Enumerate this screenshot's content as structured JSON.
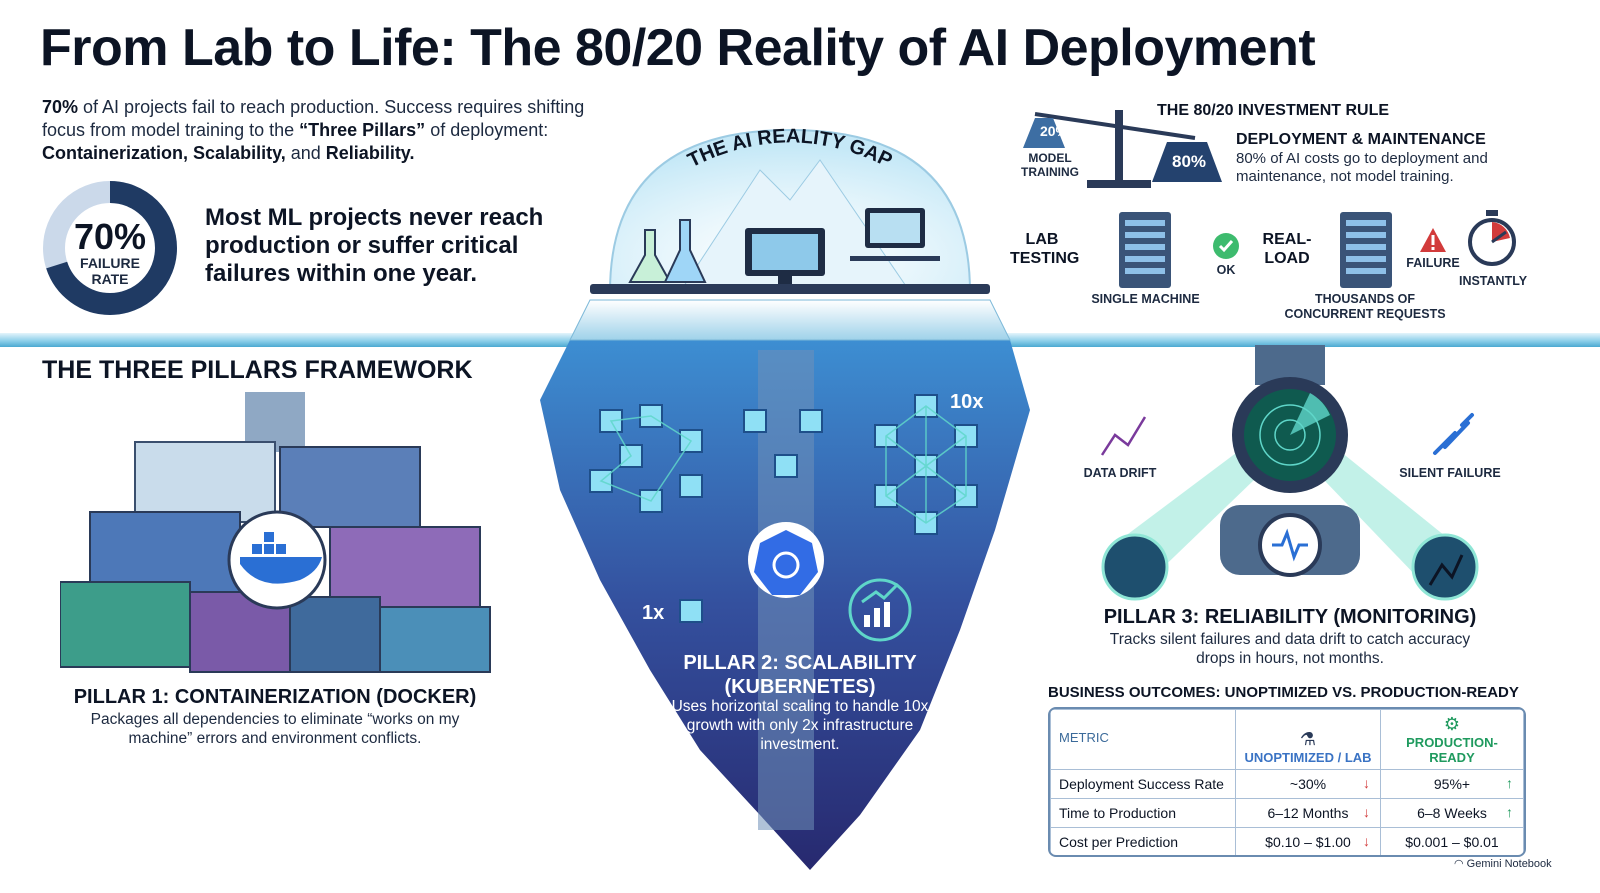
{
  "header": {
    "title": "From Lab to Life: The 80/20 Reality of AI Deployment",
    "intro_pct": "70%",
    "intro_text_1": " of AI projects fail to reach production. Success requires shifting focus from model training to the ",
    "intro_pillars": "“Three Pillars”",
    "intro_text_2": " of deployment: ",
    "intro_containerization": "Containerization,",
    "intro_scalability": "Scalability,",
    "intro_and": " and ",
    "intro_reliability": "Reliability."
  },
  "failure": {
    "pct": "70%",
    "rate_label_1": "FAILURE",
    "rate_label_2": "RATE",
    "fraction": 0.7,
    "text": "Most ML projects never reach production or suffer critical failures within one year."
  },
  "iceberg": {
    "dome_label": "THE AI REALITY GAP",
    "scale_1x": "1x",
    "scale_10x": "10x"
  },
  "investment": {
    "heading": "THE 80/20 INVESTMENT RULE",
    "training_pct": "20%",
    "training_label_1": "MODEL",
    "training_label_2": "TRAINING",
    "deploy_pct": "80%",
    "deploy_heading": "DEPLOYMENT & MAINTENANCE",
    "deploy_desc": "80% of AI costs go to deployment and maintenance, not model training."
  },
  "load": {
    "lab_1": "LAB",
    "lab_2": "TESTING",
    "single_machine": "SINGLE MACHINE",
    "ok": "OK",
    "real_1": "REAL-",
    "real_2": "LOAD",
    "thousands_1": "THOUSANDS OF",
    "thousands_2": "CONCURRENT REQUESTS",
    "failure": "FAILURE",
    "instantly": "INSTANTLY"
  },
  "pillars": {
    "heading": "THE THREE PILLARS FRAMEWORK",
    "p1_title": "PILLAR 1: CONTAINERIZATION (DOCKER)",
    "p1_desc": "Packages all dependencies to eliminate “works on my machine” errors and environment conflicts.",
    "p2_title_1": "PILLAR 2: SCALABILITY",
    "p2_title_2": "(KUBERNETES)",
    "p2_desc": "Uses horizontal scaling to handle 10x growth with only 2x infrastructure investment.",
    "p3_title": "PILLAR 3: RELIABILITY (MONITORING)",
    "p3_desc": "Tracks silent failures and data drift to catch accuracy drops in hours, not months.",
    "data_drift": "DATA DRIFT",
    "silent_failure": "SILENT FAILURE"
  },
  "outcomes": {
    "heading": "BUSINESS OUTCOMES: UNOPTIMIZED VS. PRODUCTION-READY",
    "col_metric": "METRIC",
    "col_unopt": "UNOPTIMIZED / LAB",
    "col_prod": "PRODUCTION-READY",
    "rows": [
      {
        "metric": "Deployment Success Rate",
        "unopt": "~30%",
        "prod": "95%+"
      },
      {
        "metric": "Time to Production",
        "unopt": "6–12 Months",
        "prod": "6–8 Weeks"
      },
      {
        "metric": "Cost per Prediction",
        "unopt": "$0.10 – $1.00",
        "prod": "$0.001 – $0.01"
      }
    ]
  },
  "footer": {
    "brand": "Gemini Notebook"
  },
  "colors": {
    "navy": "#0c1424",
    "donut_dark": "#1f3a63",
    "donut_light": "#cbd9ea",
    "ice_dark": "#2a2f7d",
    "ice_mid": "#3b6fc0",
    "water": "#4aa9d1",
    "teal": "#5fd6c9",
    "success": "#1f9a5e",
    "danger": "#d23b3b"
  }
}
